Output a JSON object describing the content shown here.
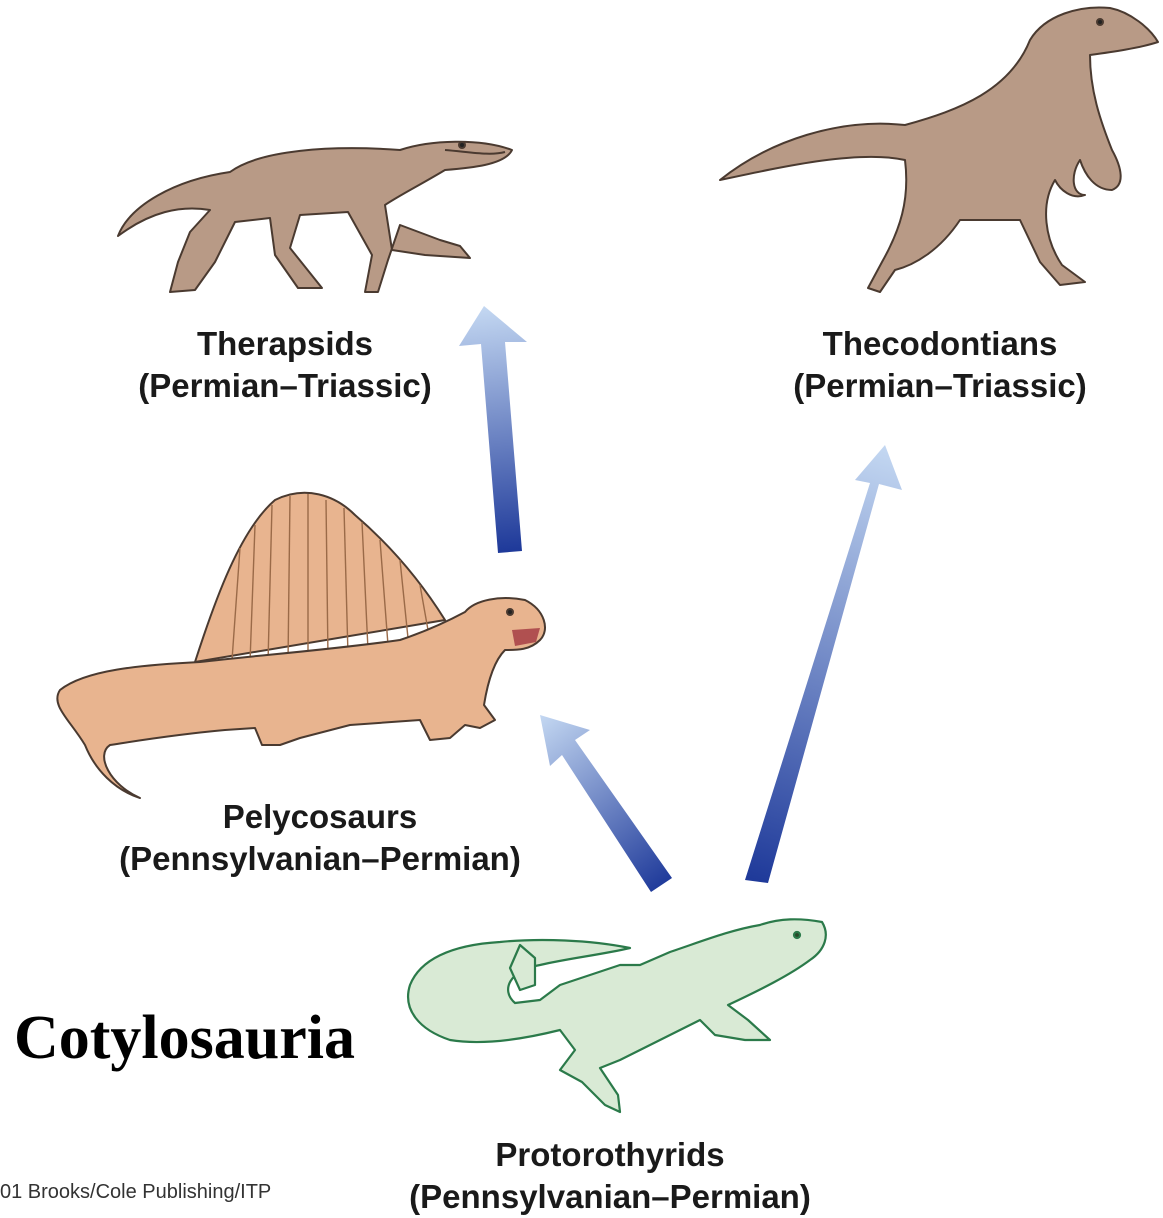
{
  "title": "Cotylosauria",
  "credit": "01 Brooks/Cole Publishing/ITP",
  "groups": {
    "therapsids": {
      "name": "Therapsids",
      "period": "(Permian–Triassic)"
    },
    "thecodontians": {
      "name": "Thecodontians",
      "period": "(Permian–Triassic)"
    },
    "pelycosaurs": {
      "name": "Pelycosaurs",
      "period": "(Pennsylvanian–Permian)"
    },
    "protorothyrids": {
      "name": "Protorothyrids",
      "period": "(Pennsylvanian–Permian)"
    }
  },
  "relationships": [
    {
      "from": "Protorothyrids",
      "to": "Pelycosaurs"
    },
    {
      "from": "Protorothyrids",
      "to": "Thecodontians"
    },
    {
      "from": "Pelycosaurs",
      "to": "Therapsids"
    }
  ],
  "colors": {
    "arrow_light": "#b9d0ee",
    "arrow_dark": "#1f3a9a",
    "archosaur_fill": "#b89a86",
    "pelycosaur_fill": "#e8b48f",
    "protorothyrid_fill": "#d9ead5",
    "protorothyrid_outline": "#2b7a4a",
    "outline": "#4a3a30"
  }
}
